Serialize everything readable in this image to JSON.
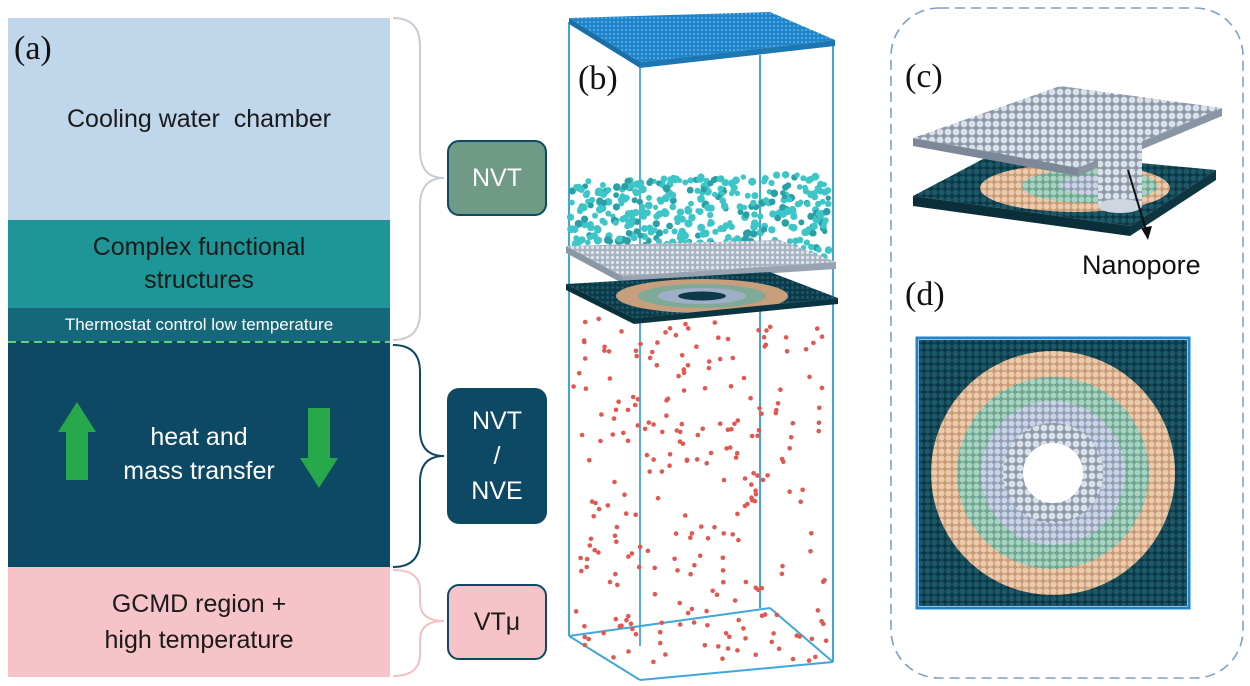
{
  "panels": {
    "a": "(a)",
    "b": "(b)",
    "c": "(c)",
    "d": "(d)"
  },
  "regions": {
    "cooling": "Cooling water  chamber",
    "complex_line1": "Complex functional",
    "complex_line2": "structures",
    "thermostat": "Thermostat control low temperature",
    "transfer_line1": "heat and",
    "transfer_line2": "mass transfer",
    "gcmd_line1": "GCMD region +",
    "gcmd_line2": "high temperature"
  },
  "ensembles": {
    "top": "NVT",
    "middle_line1": "NVT",
    "middle_line2": "/",
    "middle_line3": "NVE",
    "bottom": "VTμ"
  },
  "callout": "Nanopore",
  "colors": {
    "cooling": "#c0d6ea",
    "complex": "#1e9596",
    "thermostat": "#14687a",
    "transfer": "#0d4964",
    "gcmd": "#f6c3c8",
    "nvt_box": "#6e9a86",
    "nve_box": "#0d4964",
    "vtu_box": "#f6c3c8",
    "arrow": "#27a84a",
    "box_edge": "#3fa8d8",
    "molecule": "#3dc5c8",
    "particle": "#e2574f",
    "ring_outer": "#d8b08e",
    "ring_mid": "#85b7a5",
    "ring_inner": "#a7b6cc",
    "membrane": "#10404e"
  }
}
